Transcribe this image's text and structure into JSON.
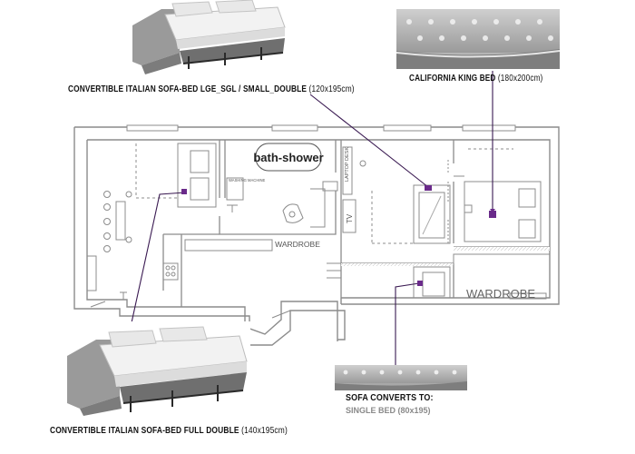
{
  "captions": {
    "sofa_top": {
      "main": "CONVERTIBLE ITALIAN SOFA-BED LGE_SGL / SMALL_DOUBLE",
      "size": "(120x195cm)"
    },
    "sofa_bottom": {
      "main": "CONVERTIBLE ITALIAN SOFA-BED FULL DOUBLE",
      "size": "(140x195cm)"
    },
    "california": {
      "main": "CALIFORNIA KING BED",
      "size": "(180x200cm)"
    },
    "sofa_converts": {
      "main": "SOFA CONVERTS TO:",
      "size": "SINGLE BED (80x195)"
    }
  },
  "rooms": {
    "bath": "bath-shower",
    "washing": "WASHING MACHINE",
    "wardrobe_center": "WARDROBE",
    "wardrobe_right": "WARDROBE",
    "laptop": "LAPTOP DESK",
    "tv": "TV"
  },
  "colors": {
    "wall": "#8c8c8c",
    "leader": "#3a1a52",
    "marker": "#6a2a8a",
    "bath_label": "#222222"
  }
}
